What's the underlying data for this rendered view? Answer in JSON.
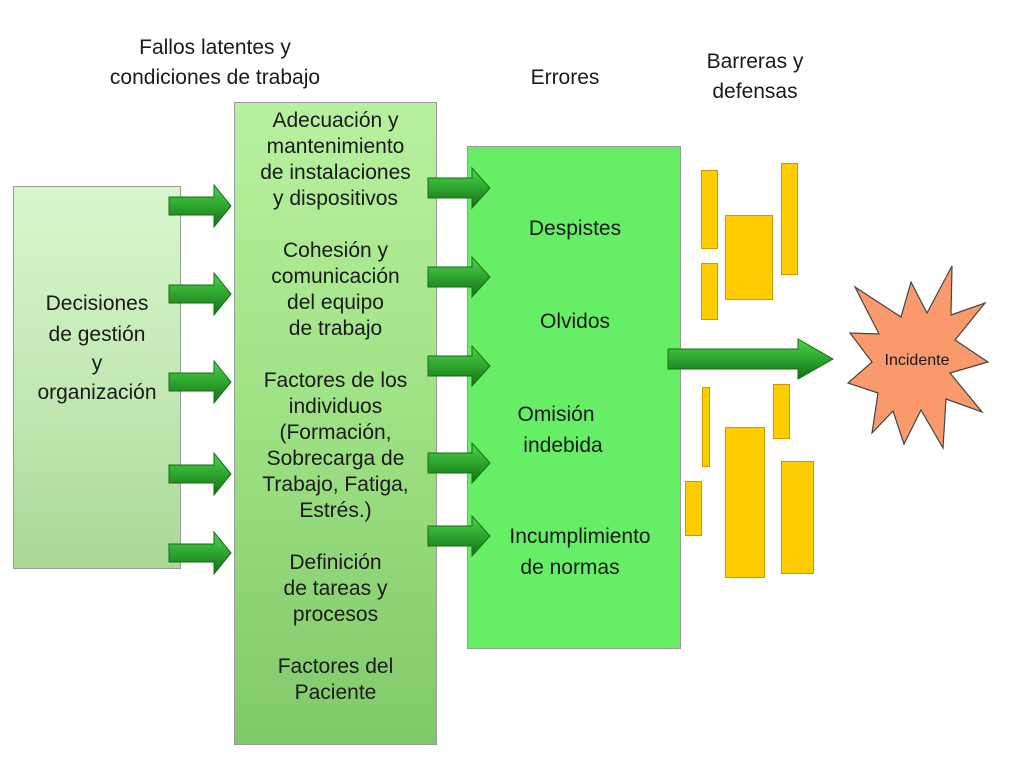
{
  "headers": {
    "fallos": [
      "Fallos  latentes y",
      "condiciones de trabajo"
    ],
    "errores": [
      "Errores"
    ],
    "barreras": [
      "Barreras y",
      "defensas"
    ]
  },
  "decisiones_box": {
    "lines": [
      "Decisiones",
      "de gestión",
      "",
      "y",
      "",
      "organización"
    ]
  },
  "factores_box": {
    "lines": [
      "Adecuación y",
      "mantenimiento",
      "de instalaciones",
      "y dispositivos",
      "",
      "Cohesión y",
      "comunicación",
      "del equipo",
      "de trabajo",
      "",
      "Factores de los",
      "individuos",
      "(Formación,",
      "Sobrecarga de",
      "Trabajo, Fatiga,",
      "Estrés.)",
      "",
      "Definición",
      "de tareas y",
      "procesos",
      "",
      "Factores del",
      "Paciente"
    ]
  },
  "errores_box": {
    "items": {
      "despistes": [
        "Despistes"
      ],
      "olvidos": [
        "Olvidos"
      ],
      "omision": [
        "Omisión",
        "indebida"
      ],
      "incumplimiento": [
        "Incumplimiento",
        "de normas"
      ]
    }
  },
  "incident": {
    "label": "Incidente"
  },
  "colors": {
    "arrow_dark": "#1a7a1a",
    "arrow_light": "#4cd64c",
    "barrier": "#ffcc00",
    "incident_fill": "#f99a6c",
    "incident_stroke": "#444444"
  }
}
